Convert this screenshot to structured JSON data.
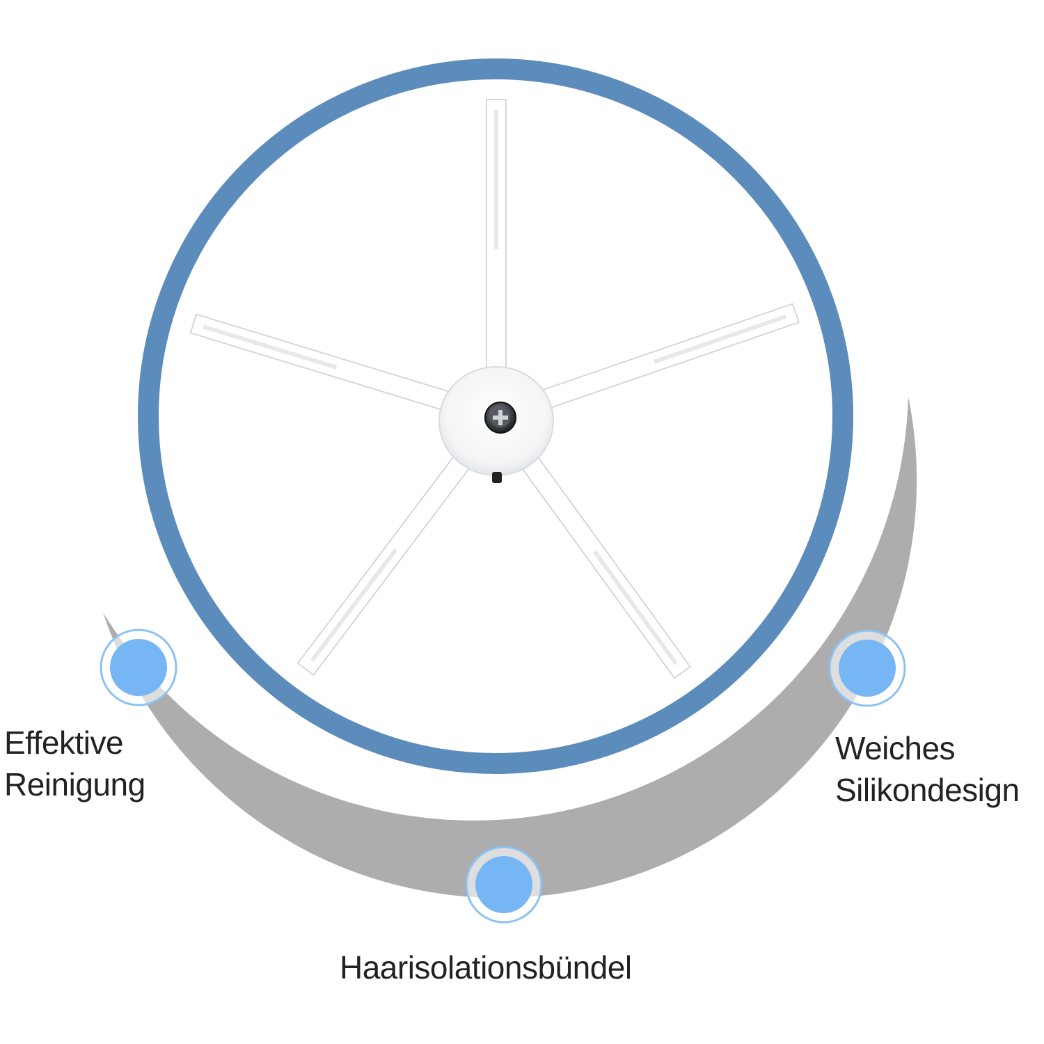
{
  "colors": {
    "ring": "#5b8cbb",
    "arc": "#a9a9a9",
    "dot_fill": "#77b6f5",
    "dot_ring": "#8cc1f2",
    "brush": "#ffffff",
    "brush_shadow": "#dcdfe3",
    "label_text": "#222222"
  },
  "features": {
    "left": {
      "line1": "Effektive",
      "line2": "Reinigung"
    },
    "right": {
      "line1": "Weiches",
      "line2": "Silikondesign"
    },
    "bottom": {
      "line1": "Haarisolationsbündel"
    }
  },
  "icons": [
    "brush-hub-icon",
    "screw-icon",
    "feature-dot-icon"
  ]
}
